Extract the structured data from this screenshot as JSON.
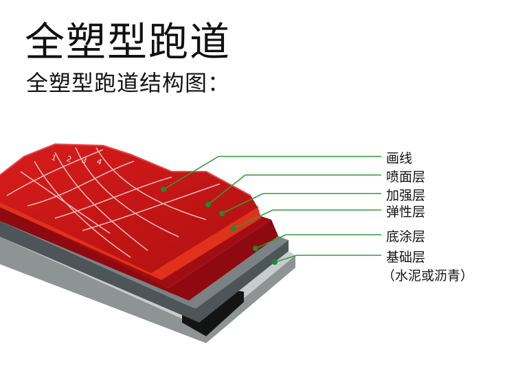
{
  "title": "全塑型跑道",
  "subtitle": "全塑型跑道结构图：",
  "lane_numbers": [
    "1",
    "2",
    "3",
    "4"
  ],
  "layers": [
    {
      "label": "画线",
      "color": "#c81414"
    },
    {
      "label": "喷面层",
      "color": "#b71010"
    },
    {
      "label": "加强层",
      "color": "#e0321a"
    },
    {
      "label": "弹性层",
      "color": "#8e0a10"
    },
    {
      "label": "底涂层",
      "color": "#5a6064"
    },
    {
      "label": "基础层",
      "color": "#9aa0a0"
    }
  ],
  "foundation_note": "（水泥或沥青）",
  "colors": {
    "leader": "#2e9a3a",
    "dot": "#1f8a2e"
  }
}
